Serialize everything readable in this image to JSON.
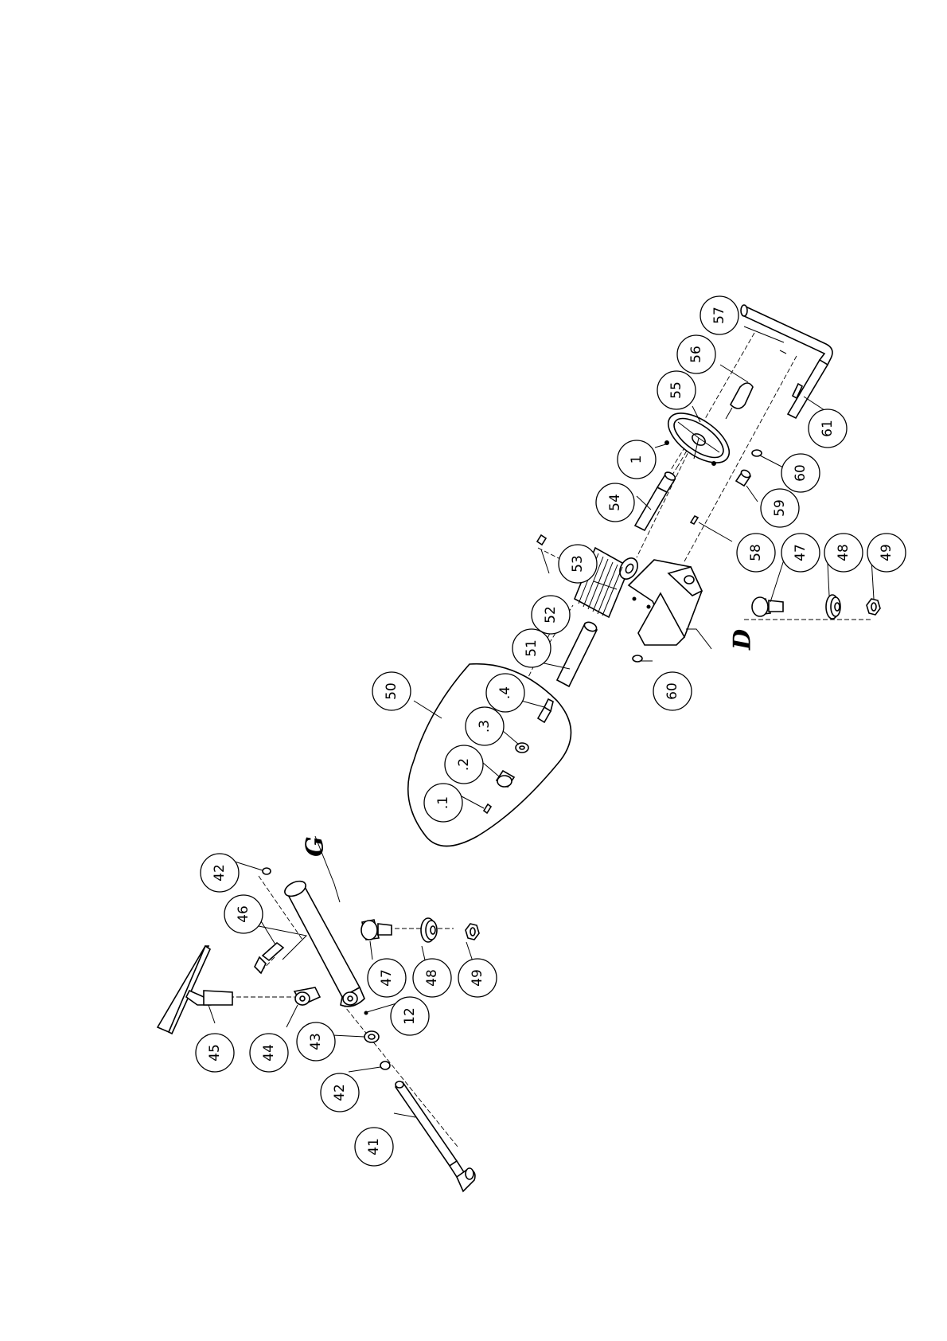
{
  "callouts": [
    {
      "id": "c57",
      "label": "57"
    },
    {
      "id": "c56",
      "label": "56"
    },
    {
      "id": "c55",
      "label": "55"
    },
    {
      "id": "c61",
      "label": "61"
    },
    {
      "id": "c1",
      "label": "1"
    },
    {
      "id": "c60a",
      "label": "60"
    },
    {
      "id": "c54",
      "label": "54"
    },
    {
      "id": "c59",
      "label": "59"
    },
    {
      "id": "c58",
      "label": "58"
    },
    {
      "id": "c47a",
      "label": "47"
    },
    {
      "id": "c48a",
      "label": "48"
    },
    {
      "id": "c49a",
      "label": "49"
    },
    {
      "id": "c53",
      "label": "53"
    },
    {
      "id": "c52",
      "label": "52"
    },
    {
      "id": "c51",
      "label": "51"
    },
    {
      "id": "c60b",
      "label": "60"
    },
    {
      "id": "c50",
      "label": "50"
    },
    {
      "id": "c4",
      "label": ".4"
    },
    {
      "id": "c3",
      "label": ".3"
    },
    {
      "id": "c2",
      "label": ".2"
    },
    {
      "id": "c1b",
      "label": ".1"
    },
    {
      "id": "c42a",
      "label": "42"
    },
    {
      "id": "c46",
      "label": "46"
    },
    {
      "id": "c47b",
      "label": "47"
    },
    {
      "id": "c48b",
      "label": "48"
    },
    {
      "id": "c49b",
      "label": "49"
    },
    {
      "id": "c12",
      "label": "12"
    },
    {
      "id": "c45",
      "label": "45"
    },
    {
      "id": "c44",
      "label": "44"
    },
    {
      "id": "c43",
      "label": "43"
    },
    {
      "id": "c42b",
      "label": "42"
    },
    {
      "id": "c41",
      "label": "41"
    }
  ],
  "views": {
    "d_label": "D",
    "g_label": "G"
  },
  "colors": {
    "line": "#000000",
    "background": "#ffffff"
  }
}
